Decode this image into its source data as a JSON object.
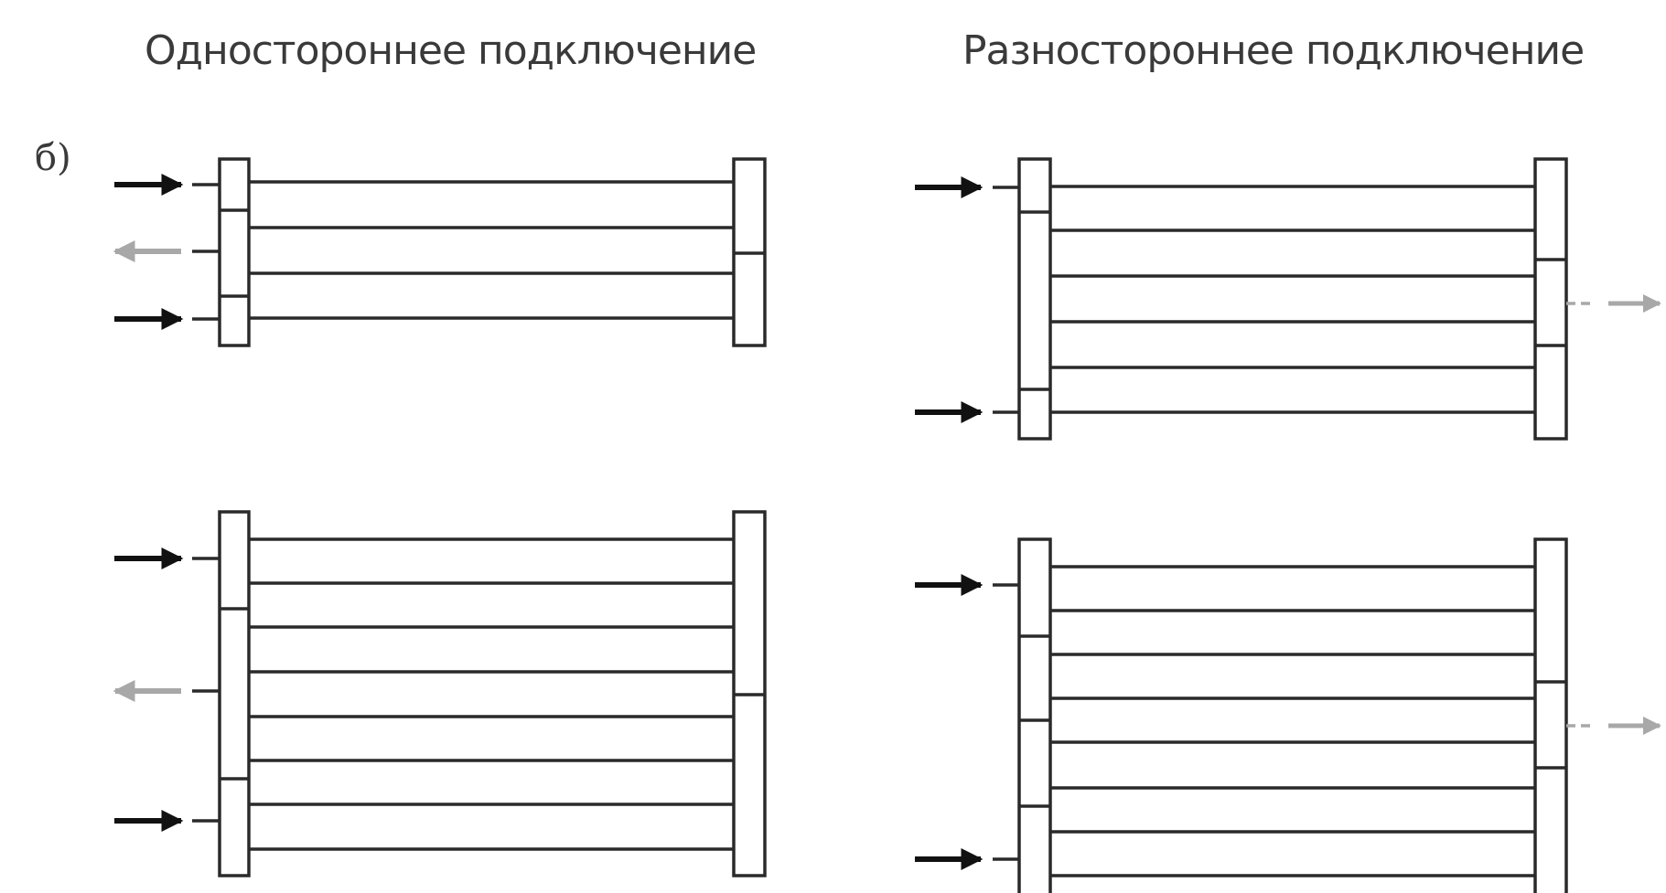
{
  "headings": {
    "one_sided": "Одностороннее подключение",
    "two_sided": "Разностороннее подключение"
  },
  "variant_label": "б)",
  "colors": {
    "line": "#2a2a2a",
    "arrow_in": "#111111",
    "arrow_out": "#a8a8a8",
    "background": "#ffffff"
  },
  "schemes": [
    {
      "name": "one-sided-4-tubes",
      "tubes": 4,
      "inlets": "left",
      "outlet": "left",
      "left_collector_sections": 3,
      "right_collector_sections": 2
    },
    {
      "name": "two-sided-6-tubes",
      "tubes": 6,
      "inlets": "left",
      "outlet": "right",
      "left_collector_sections": 3,
      "right_collector_sections": 3
    },
    {
      "name": "one-sided-8-tubes",
      "tubes": 8,
      "inlets": "left",
      "outlet": "left",
      "left_collector_sections": 3,
      "right_collector_sections": 2
    },
    {
      "name": "two-sided-8-tubes",
      "tubes": 8,
      "inlets": "left",
      "outlet": "right",
      "left_collector_sections": 4,
      "right_collector_sections": 3
    }
  ]
}
